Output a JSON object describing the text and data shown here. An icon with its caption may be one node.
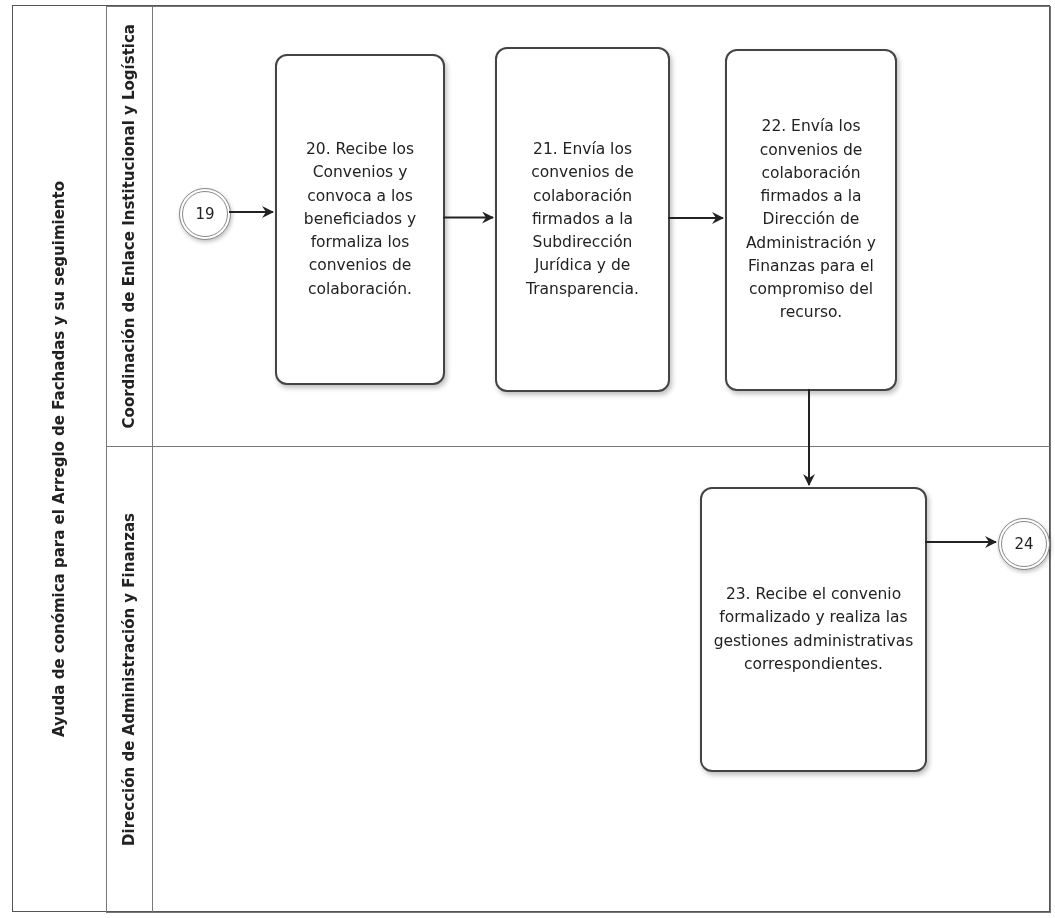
{
  "diagram": {
    "nodes": [
      {
        "text": [
          "Ayuda de conómica para el Arreglo de Fachadas y su seguimiento"
        ]
      },
      {
        "text": [
          "Coordinación de Enlace Institucional y Logística"
        ],
        "in": 0
      },
      {
        "text": [
          "Dirección de Administración y Finanzas"
        ],
        "in": 0
      },
      {
        "text": [
          "19"
        ],
        "in": 1
      },
      {
        "text": [
          "20. Recibe los Convenios y convoca a los beneficiados y formaliza los convenios de colaboración."
        ],
        "in": 1
      },
      {
        "text": [
          "21. Envía los convenios de colaboración firmados a la Subdirección Jurídica y de Transparencia."
        ],
        "in": 1
      },
      {
        "text": [
          "22. Envía los convenios de colaboración firmados a la Dirección de Administración y Finanzas para el compromiso del recurso."
        ],
        "in": 1
      },
      {
        "text": [
          "23. Recibe el convenio formalizado y realiza las gestiones administrativas correspondientes."
        ],
        "in": 2
      },
      {
        "text": [
          "24"
        ],
        "in": 2
      }
    ],
    "edges": [
      {
        "from": 3,
        "to": 4,
        "arrow": "to"
      },
      {
        "from": 4,
        "to": 5,
        "arrow": "to"
      },
      {
        "from": 5,
        "to": 6,
        "arrow": "to"
      },
      {
        "from": 6,
        "to": 7,
        "arrow": "to"
      },
      {
        "from": 7,
        "to": 8,
        "arrow": "to"
      }
    ]
  }
}
